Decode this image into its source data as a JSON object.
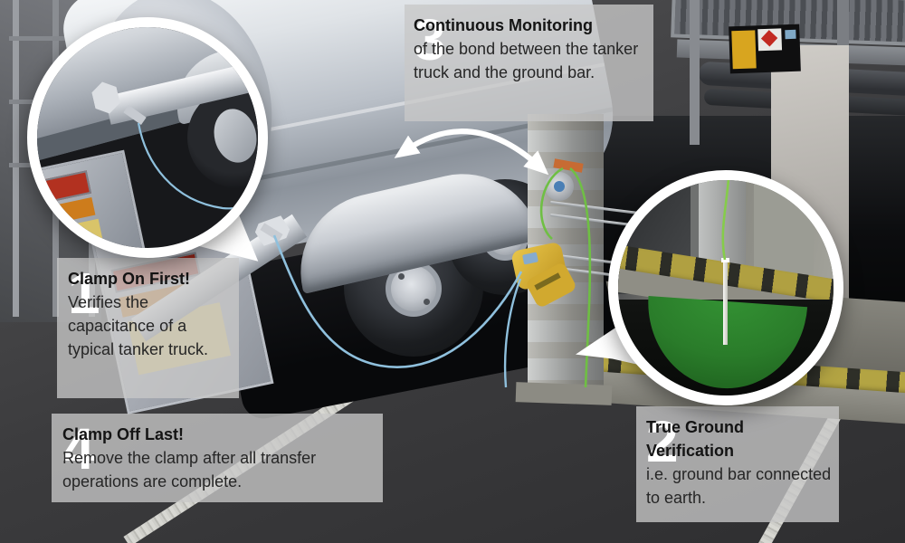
{
  "callouts": [
    {
      "number": "1",
      "title": "Clamp On First!",
      "body": "Verifies the capacitance of a typical tanker truck."
    },
    {
      "number": "2",
      "title": "True Ground Verification",
      "body": "i.e. ground bar connected to earth."
    },
    {
      "number": "3",
      "title": "Continuous Monitoring",
      "body": "of the bond between the tanker truck and the ground bar."
    },
    {
      "number": "4",
      "title": "Clamp Off Last!",
      "body": "Remove the clamp after all transfer operations are complete."
    }
  ],
  "magnifiers": {
    "left": "clamp-on-truck-detail",
    "right": "ground-bar-in-earth-detail"
  },
  "arrow": {
    "type": "curved-double-headed-arrow",
    "color": "#ffffff"
  },
  "colors": {
    "callout_bg": "#c8c8c8",
    "number_text": "#ffffff",
    "title_text": "#141414",
    "body_text": "#262626",
    "earth_green": "#2a7c2a",
    "wire_green": "#85cc4a",
    "cable_blue": "#8fc0dd",
    "clamp_yellow": "#ddb832",
    "hazard_yellow": "#d8a51f",
    "curb_yellow": "#b0a041",
    "asphalt": "#3c3c3e",
    "road_stripe": "#dcdcd6"
  }
}
